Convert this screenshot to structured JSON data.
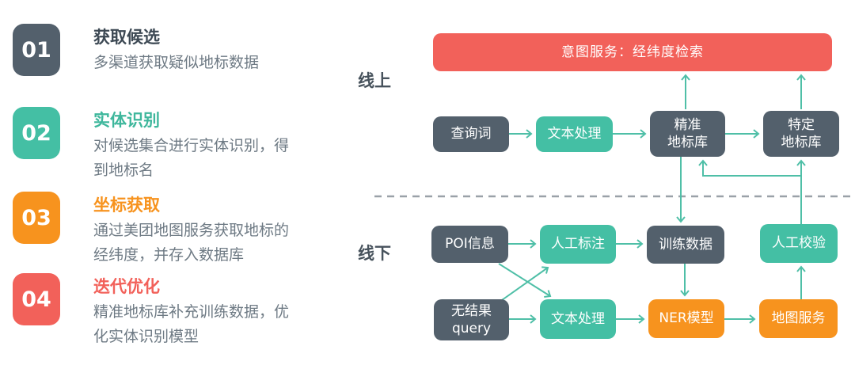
{
  "palette": {
    "slate": "#53606c",
    "teal": "#44bfa4",
    "orange": "#f7931e",
    "red": "#f2615a",
    "arrow": "#4fbfa7",
    "dashed_divider": "#9aa1a8",
    "title_dark": "#3d4954",
    "body_gray": "#6e7a84"
  },
  "steps": [
    {
      "number": "01",
      "title": "获取候选",
      "desc": "多渠道获取疑似地标数据"
    },
    {
      "number": "02",
      "title": "实体识别",
      "desc": "对候选集合进行实体识别，得\n到地标名"
    },
    {
      "number": "03",
      "title": "坐标获取",
      "desc": "通过美团地图服务获取地标的\n经纬度，并存入数据库"
    },
    {
      "number": "04",
      "title": "迭代优化",
      "desc": "精准地标库补充训练数据，优\n化实体识别模型"
    }
  ],
  "flow": {
    "banner": "意图服务：经纬度检索",
    "sections": {
      "online": "线上",
      "offline": "线下"
    },
    "nodes": {
      "query": "查询词",
      "textproc_online": "文本处理",
      "precise_db": "精准\n地标库",
      "specific_db": "特定\n地标库",
      "poi": "POI信息",
      "manual_label": "人工标注",
      "training_data": "训练数据",
      "manual_check": "人工校验",
      "no_result_query": "无结果\nquery",
      "textproc_offline": "文本处理",
      "ner_model": "NER模型",
      "map_service": "地图服务"
    }
  }
}
